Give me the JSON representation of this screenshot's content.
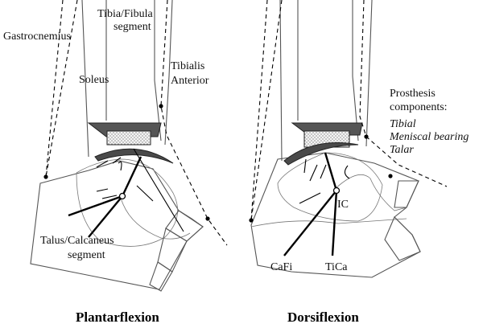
{
  "labels": {
    "gastrocnemius": "Gastrocnemius",
    "tibia_fibula_l1": "Tibia/Fibula",
    "tibia_fibula_l2": "segment",
    "soleus": "Soleus",
    "tibialis_l1": "Tibialis",
    "tibialis_l2": "Anterior",
    "talus_calc_l1": "Talus/Calcaneus",
    "talus_calc_l2": "segment",
    "prosthesis_l1": "Prosthesis",
    "prosthesis_l2": "components:",
    "comp_tibial": "Tibial",
    "comp_meniscal": "Meniscal bearing",
    "comp_talar": "Talar",
    "ic": "IC",
    "cafi": "CaFi",
    "tica": "TiCa"
  },
  "captions": {
    "plantarflexion": "Plantarflexion",
    "dorsiflexion": "Dorsiflexion"
  },
  "colors": {
    "tibial_component": "#555555",
    "meniscal_bearing": "#eeeeee",
    "talar_component": "#4a4a4a",
    "bone_outline": "#555555"
  }
}
